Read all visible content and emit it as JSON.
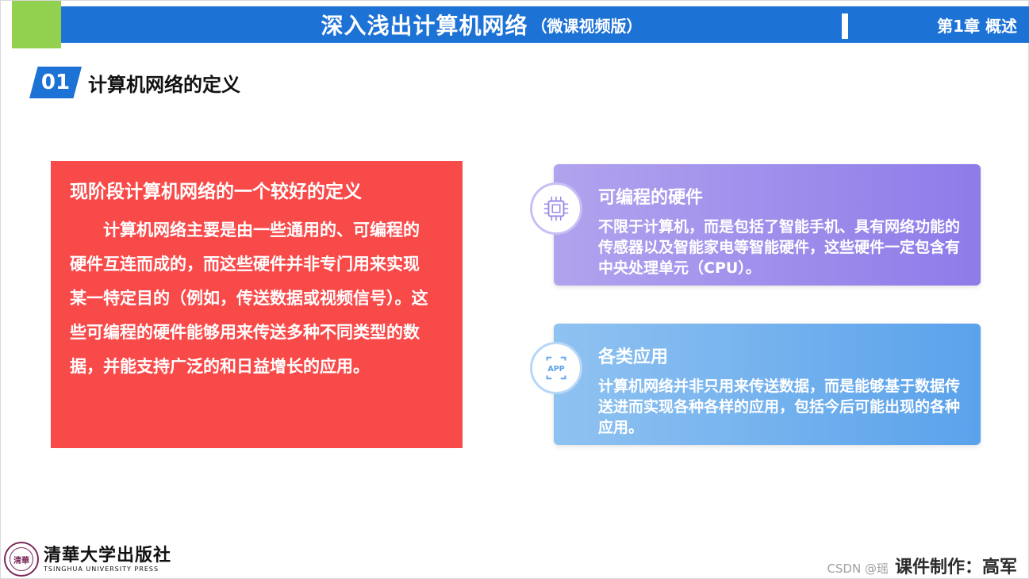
{
  "header": {
    "title": "深入浅出计算机网络",
    "subtitle": "（微课视频版）",
    "chapter": "第1章 概述"
  },
  "section": {
    "number": "01",
    "title": "计算机网络的定义"
  },
  "definition_card": {
    "heading": "现阶段计算机网络的一个较好的定义",
    "body": "计算机网络主要是由一些通用的、可编程的硬件互连而成的，而这些硬件并非专门用来实现某一特定目的（例如，传送数据或视频信号）。这些可编程的硬件能够用来传送多种不同类型的数据，并能支持广泛的和日益增长的应用。"
  },
  "cards": [
    {
      "icon": "chip-icon",
      "title": "可编程的硬件",
      "body": "不限于计算机，而是包括了智能手机、具有网络功能的传感器以及智能家电等智能硬件，这些硬件一定包含有中央处理单元（CPU）。"
    },
    {
      "icon": "app-icon",
      "icon_label": "APP",
      "title": "各类应用",
      "body": "计算机网络并非只用来传送数据，而是能够基于数据传送进而实现各种各样的应用，包括今后可能出现的各种应用。"
    }
  ],
  "footer": {
    "publisher_cn": "清華大学出版社",
    "publisher_en": "TSINGHUA UNIVERSITY PRESS",
    "seal_text": "清華",
    "watermark_site": "CSDN @瑶",
    "watermark_author": "课件制作：高军"
  },
  "colors": {
    "primary_blue": "#1d72d6",
    "accent_green": "#92d050",
    "card_red": "#f94a4a",
    "card_purple": "#9a88eb",
    "card_blue": "#6aaeee"
  }
}
